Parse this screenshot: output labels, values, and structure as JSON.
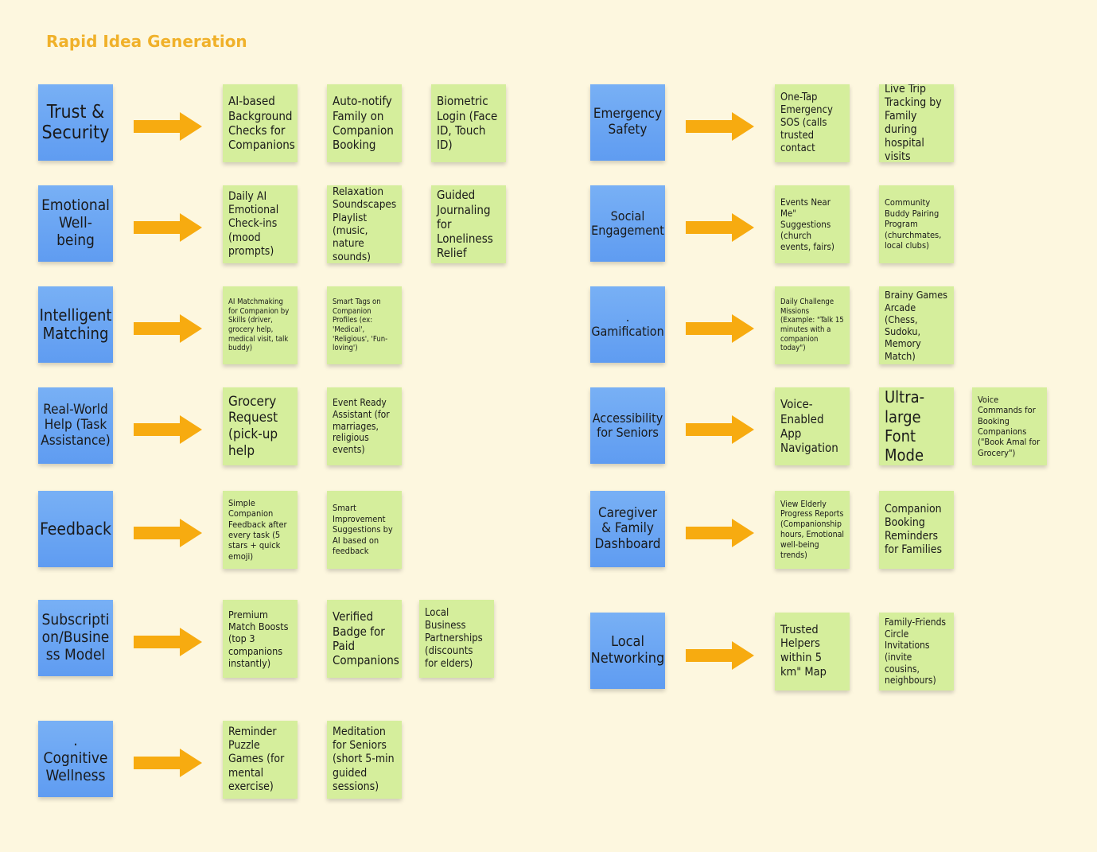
{
  "board": {
    "title": "Rapid Idea Generation",
    "colors": {
      "background": "#fdf7df",
      "title": "#f0b12a",
      "category": "#6aa5f3",
      "idea": "#d5ee9c",
      "arrow": "#f7ab10"
    },
    "icons": {
      "arrow": "right-arrow-icon"
    }
  },
  "categories": [
    {
      "label": "Trust & Security",
      "ideas": [
        "AI-based Background Checks for Companions",
        "Auto-notify Family on Companion Booking",
        "Biometric Login (Face ID, Touch ID)"
      ]
    },
    {
      "label": "Emotional Well-being",
      "ideas": [
        "Daily AI Emotional Check-ins (mood prompts)",
        "Relaxation Soundscapes Playlist (music, nature sounds)",
        "Guided Journaling for Loneliness Relief"
      ]
    },
    {
      "label": "Intelligent Matching",
      "ideas": [
        "AI Matchmaking for Companion by Skills (driver, grocery help, medical visit, talk buddy)",
        "Smart Tags on Companion Profiles (ex: 'Medical', 'Religious', 'Fun-loving')"
      ]
    },
    {
      "label": "Real-World Help (Task Assistance)",
      "ideas": [
        "Grocery Request (pick-up help",
        "Event Ready Assistant (for marriages, religious events)"
      ]
    },
    {
      "label": "Feedback",
      "ideas": [
        "Simple Companion Feedback after every task (5 stars + quick emoji)",
        "Smart Improvement Suggestions by AI based on feedback"
      ]
    },
    {
      "label": "Subscripti on/Busine ss Model",
      "ideas": [
        "Premium Match Boosts (top 3 companions instantly)",
        "Verified Badge for Paid Companions",
        "Local Business Partnerships (discounts for elders)"
      ]
    },
    {
      "label": ". Cognitive Wellness",
      "ideas": [
        "Reminder Puzzle Games (for mental exercise)",
        "Meditation for Seniors (short 5-min guided sessions)"
      ]
    },
    {
      "label": "Emergency Safety",
      "ideas": [
        "One-Tap Emergency SOS (calls trusted contact",
        "Live Trip Tracking by Family during hospital visits"
      ]
    },
    {
      "label": "Social Engagement",
      "ideas": [
        "Events Near Me\" Suggestions (church events, fairs)",
        "Community Buddy Pairing Program (churchmates, local clubs)"
      ]
    },
    {
      "label": ". Gamification",
      "ideas": [
        "Daily Challenge Missions (Example: \"Talk 15 minutes with a companion today\")",
        "Brainy Games Arcade (Chess, Sudoku, Memory Match)"
      ]
    },
    {
      "label": "Accessibility for Seniors",
      "ideas": [
        "Voice-Enabled App Navigation",
        "Ultra-large Font Mode",
        "Voice Commands for Booking Companions (\"Book Amal for Grocery\")"
      ]
    },
    {
      "label": "Caregiver & Family Dashboard",
      "ideas": [
        "View Elderly Progress Reports (Companionship hours, Emotional well-being trends)",
        "Companion Booking Reminders for Families"
      ]
    },
    {
      "label": "Local Networking",
      "ideas": [
        "Trusted Helpers within 5 km\" Map",
        "Family-Friends Circle Invitations (invite cousins, neighbours)"
      ]
    }
  ]
}
